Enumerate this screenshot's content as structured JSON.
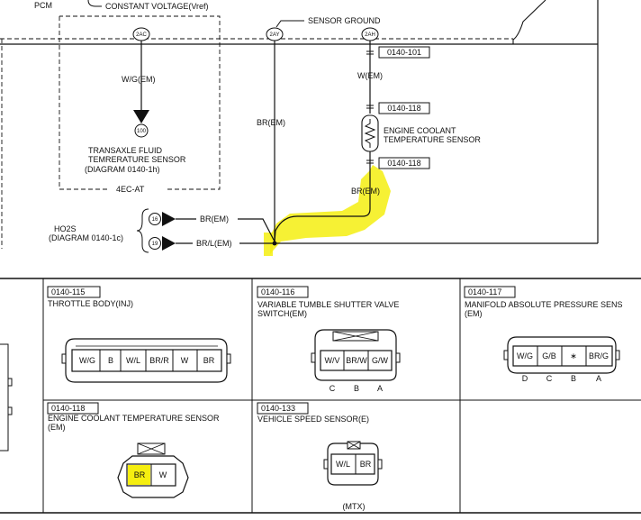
{
  "top": {
    "pcm": "PCM",
    "vref": "CONSTANT VOLTAGE(Vref)",
    "sensor_ground": "SENSOR GROUND"
  },
  "terminals": {
    "t2ac": "2AC",
    "t2ay": "2AY",
    "t2ah": "2AH",
    "t100": "100",
    "t16": "16",
    "t19": "19"
  },
  "wires": {
    "wg_em": "W/G(EM)",
    "w_em": "W(EM)",
    "br_em_vertical": "BR(EM)",
    "br_em_sensor": "BR(EM)",
    "br_em_ho2s": "BR(EM)",
    "brl_em": "BR/L(EM)"
  },
  "refs": {
    "r0140_101": "0140-101",
    "r0140_118_top": "0140-118",
    "r0140_118_bottom": "0140-118"
  },
  "ect_sensor": {
    "line1": "ENGINE COOLANT",
    "line2": "TEMPERATURE SENSOR"
  },
  "transaxle": {
    "line1": "TRANSAXLE FLUID",
    "line2": "TEMRERATURE SENSOR",
    "line3": "(DIAGRAM 0140-1h)",
    "box_label": "4EC-AT"
  },
  "ho2s": {
    "line1": "HO2S",
    "line2": "(DIAGRAM 0140-1c)"
  },
  "connectors": {
    "c115": {
      "ref": "0140-115",
      "title": "THROTTLE BODY(INJ)",
      "pins": [
        "W/G",
        "B",
        "W/L",
        "BR/R",
        "W",
        "BR"
      ]
    },
    "c116": {
      "ref": "0140-116",
      "title1": "VARIABLE TUMBLE SHUTTER VALVE",
      "title2": "SWITCH(EM)",
      "pins": [
        "W/V",
        "BR/W",
        "G/W"
      ],
      "letters": [
        "C",
        "B",
        "A"
      ]
    },
    "c117": {
      "ref": "0140-117",
      "title1": "MANIFOLD ABSOLUTE PRESSURE SENS",
      "title2": "(EM)",
      "pins": [
        "W/G",
        "G/B",
        "∗",
        "BR/G"
      ],
      "letters": [
        "D",
        "C",
        "B",
        "A"
      ]
    },
    "c118": {
      "ref": "0140-118",
      "title1": "ENGINE COOLANT TEMPERATURE SENSOR",
      "title2": "(EM)",
      "pins": [
        "BR",
        "W"
      ]
    },
    "c133": {
      "ref": "0140-133",
      "title": "VEHICLE SPEED SENSOR(E)",
      "pins": [
        "W/L",
        "BR"
      ],
      "note": "(MTX)"
    }
  },
  "colors": {
    "highlight": "#f5ee10",
    "line": "#111111"
  }
}
